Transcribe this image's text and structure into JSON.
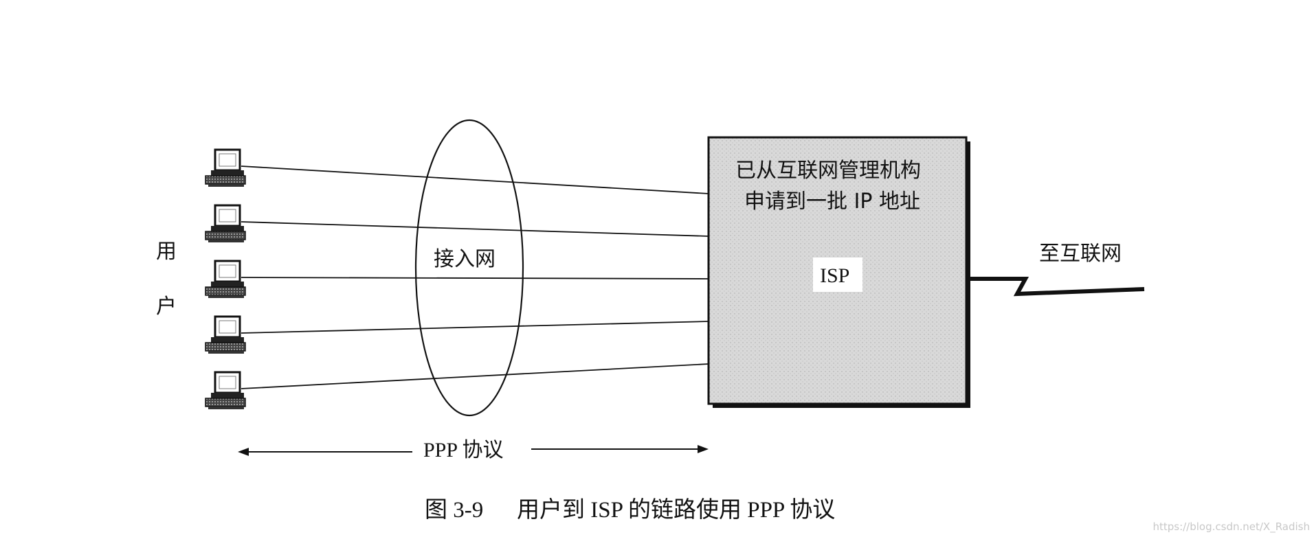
{
  "users": {
    "label_line1": "用",
    "label_line2": "户",
    "computer_count": 5
  },
  "access_network": {
    "label": "接入网"
  },
  "isp_box": {
    "note_line1": "已从互联网管理机构",
    "note_line2": "申请到一批 IP 地址",
    "name": "ISP"
  },
  "internet_link": {
    "label": "至互联网"
  },
  "protocol_span": {
    "label": "PPP 协议"
  },
  "caption": {
    "number": "图 3-9",
    "text": "用户到 ISP 的链路使用 PPP 协议"
  },
  "watermark": "https://blog.csdn.net/X_Radish",
  "colors": {
    "ink": "#111111",
    "isp_fill": "#d9d9d9",
    "watermark": "#c8c8c8"
  }
}
